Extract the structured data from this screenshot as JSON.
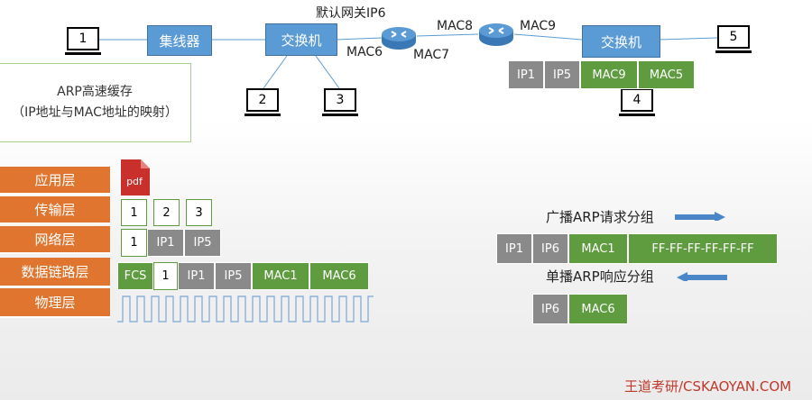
{
  "network": {
    "pc1": "1",
    "pc2": "2",
    "pc3": "3",
    "pc4": "4",
    "pc5": "5",
    "hub": "集线器",
    "switch_left": "交换机",
    "switch_right": "交换机",
    "gateway_label": "默认网关IP6",
    "mac6": "MAC6",
    "mac7": "MAC7",
    "mac8": "MAC8",
    "mac9": "MAC9"
  },
  "arp_cache": {
    "line1": "ARP高速缓存",
    "line2": "（IP地址与MAC地址的映射）"
  },
  "right_frame": [
    "IP1",
    "IP5",
    "MAC9",
    "MAC5"
  ],
  "layers": [
    "应用层",
    "传输层",
    "网络层",
    "数据链路层",
    "物理层"
  ],
  "app_icon": "pdf",
  "transport_segments": [
    "1",
    "2",
    "3"
  ],
  "network_packet": [
    "1",
    "IP1",
    "IP5"
  ],
  "datalink_frame": [
    "FCS",
    "1",
    "IP1",
    "IP5",
    "MAC1",
    "MAC6"
  ],
  "arp_request": {
    "label": "广播ARP请求分组",
    "fields": [
      "IP1",
      "IP6",
      "MAC1",
      "FF-FF-FF-FF-FF-FF"
    ]
  },
  "arp_reply": {
    "label": "单播ARP响应分组",
    "fields": [
      "IP6",
      "MAC6"
    ]
  },
  "watermark": "王道考研/CSKAOYAN.COM",
  "colors": {
    "green": "#5f9b3f",
    "gray": "#8a8a8a",
    "blue": "#5b9bd5",
    "orange": "#e0752f"
  }
}
